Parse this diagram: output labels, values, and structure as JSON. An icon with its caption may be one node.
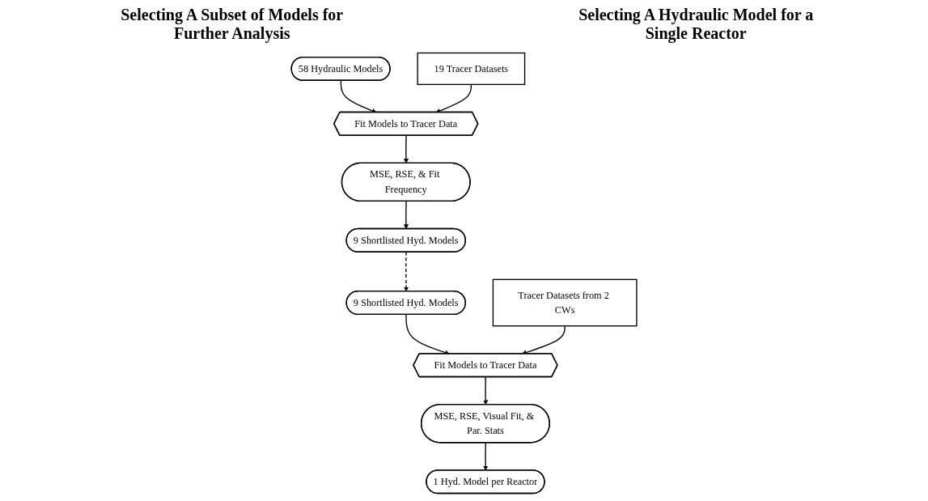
{
  "diagram": {
    "nodes": [
      {
        "text": [
          "58 Hydraulic Models"
        ]
      },
      {
        "text": [
          "19 Tracer Datasets"
        ]
      },
      {
        "text": [
          "Fit Models to Tracer Data"
        ]
      },
      {
        "text": [
          "MSE, RSE, & Fit Frequency"
        ]
      },
      {
        "text": [
          "9 Shortlisted Hyd. Models"
        ]
      },
      {
        "text": [
          "9 Shortlisted Hyd. Models"
        ]
      },
      {
        "text": [
          "Tracer Datasets from 2 CWs"
        ]
      },
      {
        "text": [
          "Fit Models to Tracer Data"
        ]
      },
      {
        "text": [
          "MSE, RSE, Visual Fit, & Par. Stats"
        ]
      },
      {
        "text": [
          "1 Hyd. Model per Reactor"
        ]
      }
    ],
    "edges": [
      {
        "from": 0,
        "to": 2,
        "arrow": "to"
      },
      {
        "from": 1,
        "to": 2,
        "arrow": "to"
      },
      {
        "from": 2,
        "to": 3,
        "arrow": "to"
      },
      {
        "from": 3,
        "to": 4,
        "arrow": "to"
      },
      {
        "from": 4,
        "to": 5,
        "arrow": "to",
        "style": "dashed"
      },
      {
        "from": 5,
        "to": 7,
        "arrow": "to"
      },
      {
        "from": 6,
        "to": 7,
        "arrow": "to"
      },
      {
        "from": 7,
        "to": 8,
        "arrow": "to"
      },
      {
        "from": 8,
        "to": 9,
        "arrow": "to"
      }
    ],
    "labels": [
      "Selecting A Subset of Models for Further Analysis",
      "Selecting A Hydraulic Model for a Single Reactor"
    ]
  }
}
